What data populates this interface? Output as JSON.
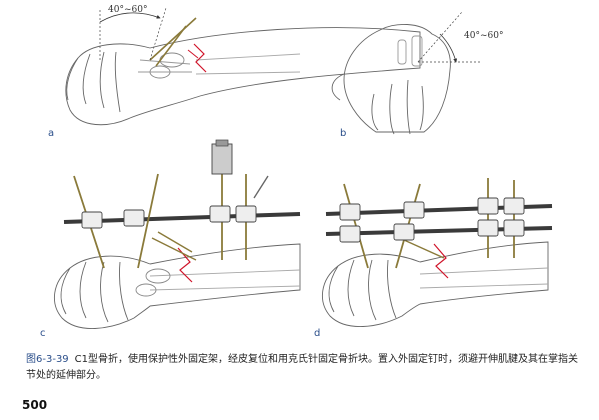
{
  "panels": {
    "a": {
      "letter": "a",
      "angle": "40°~60°"
    },
    "b": {
      "letter": "b",
      "angle": "40°~60°"
    },
    "c": {
      "letter": "c"
    },
    "d": {
      "letter": "d"
    }
  },
  "caption": {
    "figure_number": "图6-3-39",
    "text": "C1型骨折，使用保护性外固定架，经皮复位和用克氏针固定骨折块。置入外固定钉时，须避开伸肌腱及其在掌指关节处的延伸部分。"
  },
  "page_number": "500",
  "colors": {
    "line": "#555555",
    "fracture": "#d0142a",
    "accent": "#2a4e8a",
    "pin": "#8a7a3a",
    "rod": "#3a3a3a"
  }
}
